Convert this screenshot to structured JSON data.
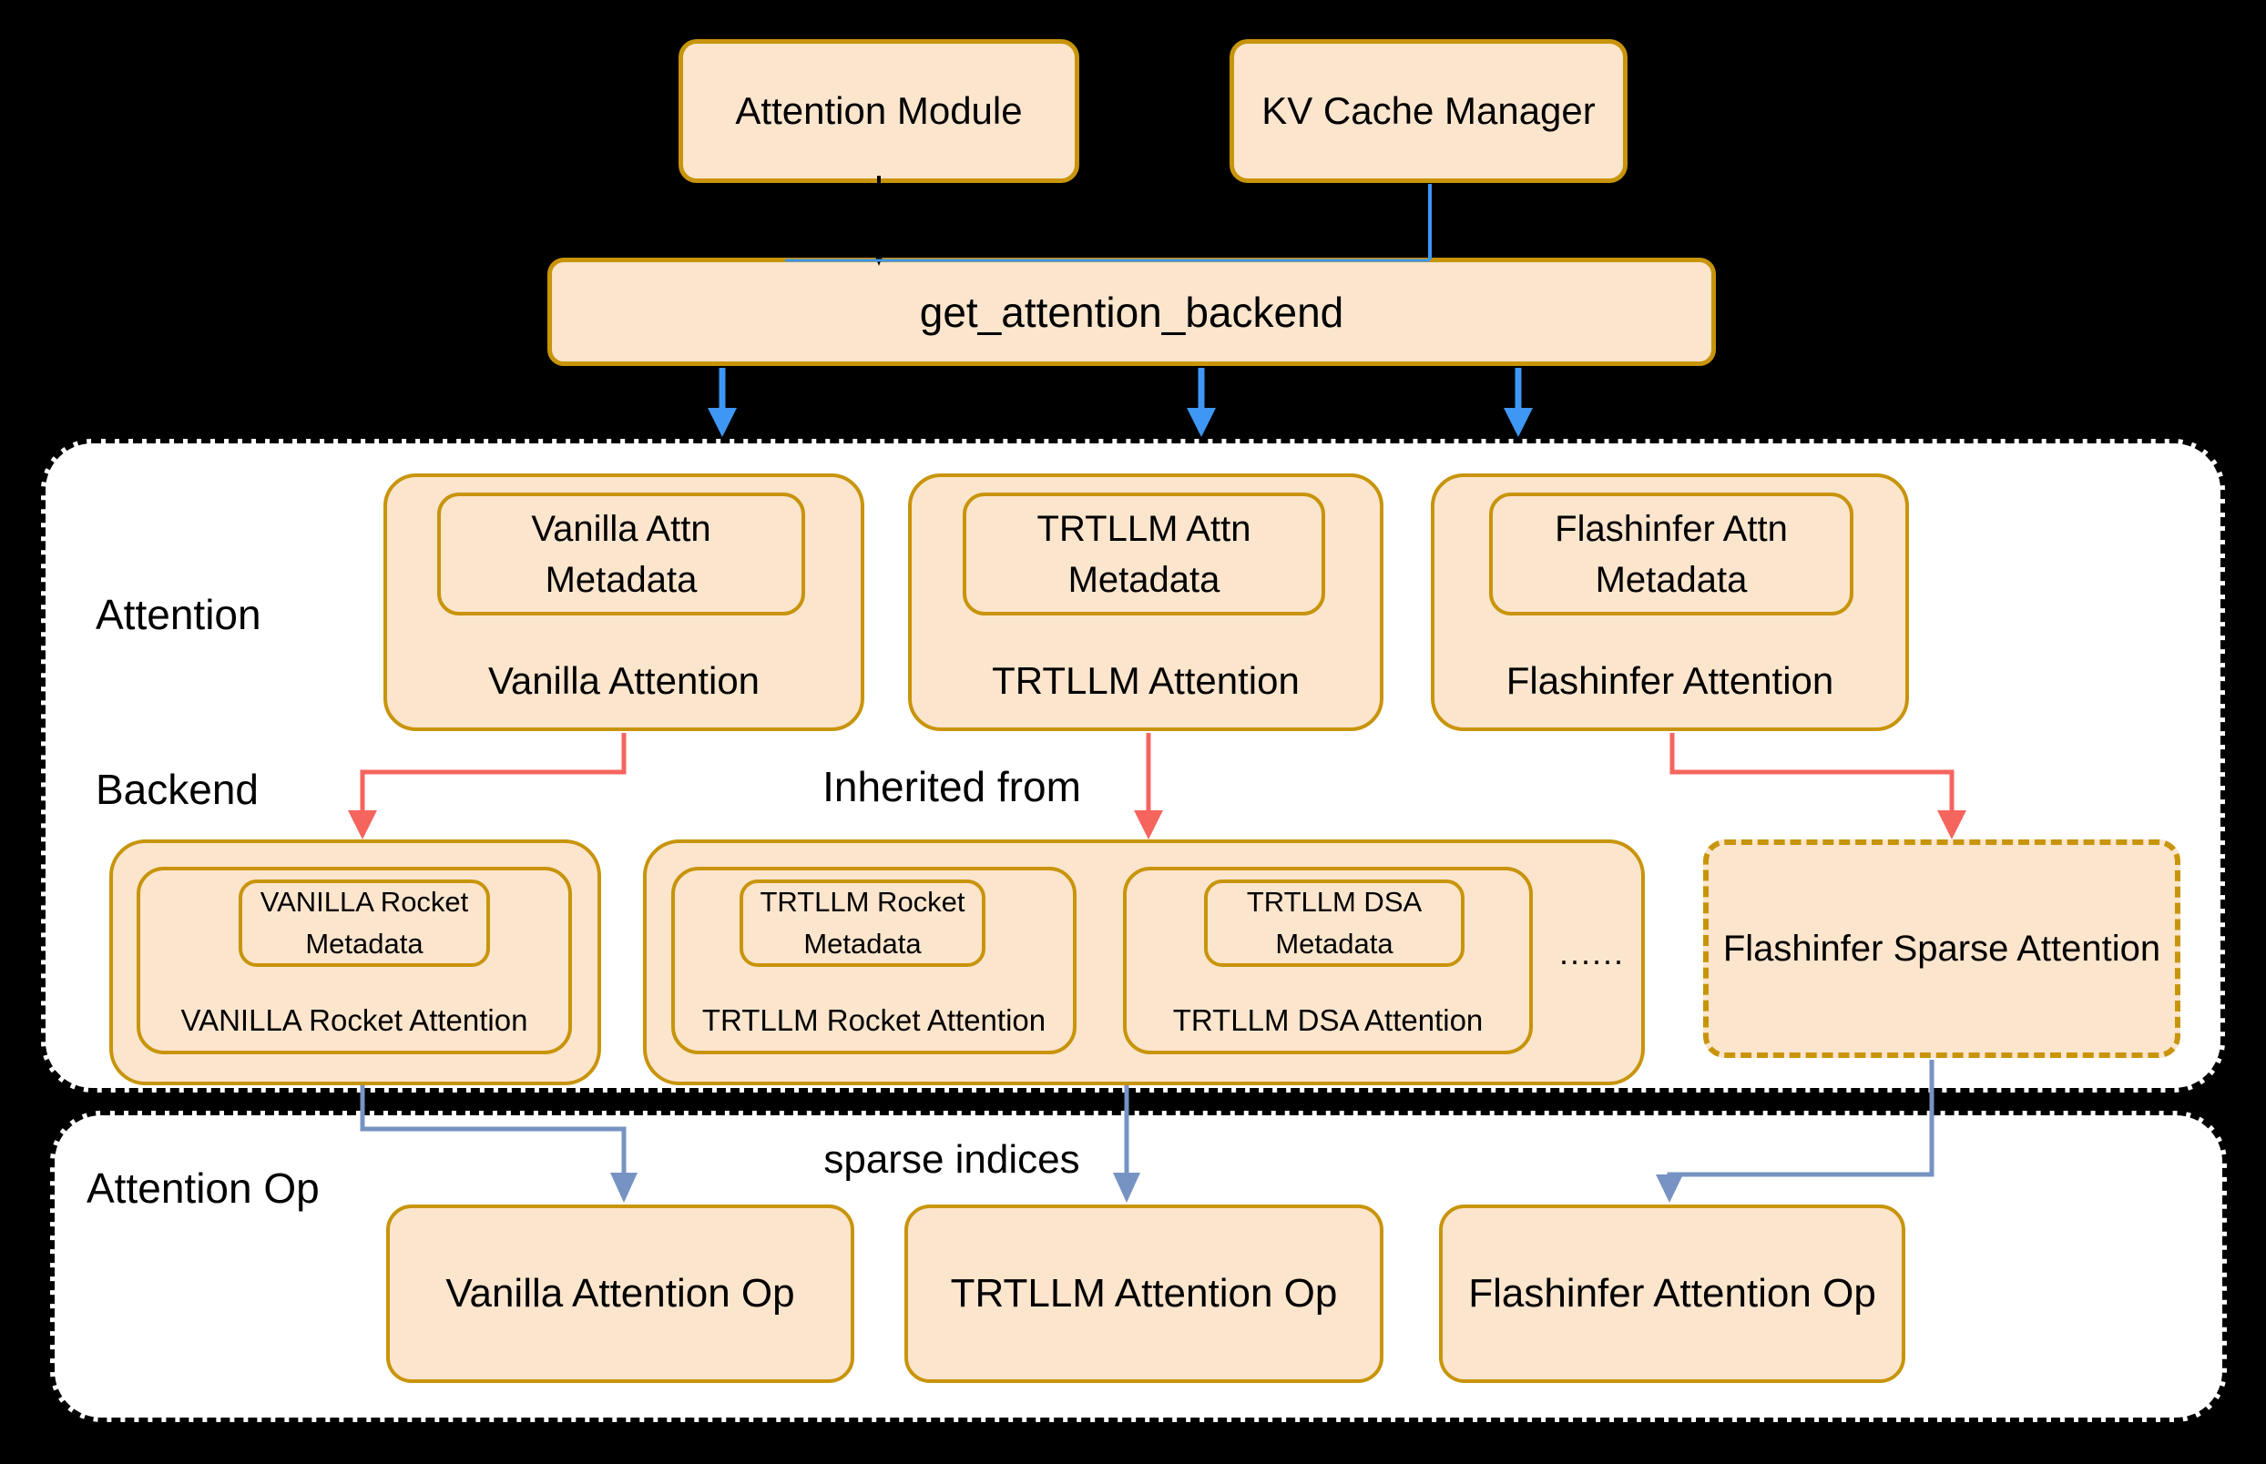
{
  "colors": {
    "background": "#000000",
    "box_fill": "#FCE5CD",
    "box_border": "#C8940A",
    "container_fill": "#FFFFFF",
    "container_border": "#000000",
    "arrow_blue": "#3E97F5",
    "arrow_red": "#F5655D",
    "arrow_steel": "#7693C3",
    "arrow_black": "#000000"
  },
  "top": {
    "attention_module": "Attention Module",
    "kv_cache_manager": "KV Cache Manager",
    "get_attention_backend": "get_attention_backend"
  },
  "backend_section": {
    "title_line1": "Attention",
    "title_line2": "Backend",
    "inherited_from_label": "Inherited from",
    "backends": [
      {
        "metadata_line1": "Vanilla Attn",
        "metadata_line2": "Metadata",
        "label": "Vanilla Attention"
      },
      {
        "metadata_line1": "TRTLLM Attn",
        "metadata_line2": "Metadata",
        "label": "TRTLLM Attention"
      },
      {
        "metadata_line1": "Flashinfer Attn",
        "metadata_line2": "Metadata",
        "label": "Flashinfer Attention"
      }
    ],
    "sub_backends": [
      {
        "metadata_line1": "VANILLA Rocket",
        "metadata_line2": "Metadata",
        "label": "VANILLA Rocket Attention"
      },
      {
        "metadata_line1": "TRTLLM Rocket",
        "metadata_line2": "Metadata",
        "label": "TRTLLM Rocket Attention"
      },
      {
        "metadata_line1": "TRTLLM DSA",
        "metadata_line2": "Metadata",
        "label": "TRTLLM DSA Attention"
      }
    ],
    "ellipsis": "......",
    "flashinfer_sparse": "Flashinfer Sparse Attention"
  },
  "op_section": {
    "title": "Attention Op",
    "sparse_indices_label": "sparse indices",
    "ops": [
      "Vanilla Attention Op",
      "TRTLLM Attention Op",
      "Flashinfer Attention Op"
    ]
  }
}
